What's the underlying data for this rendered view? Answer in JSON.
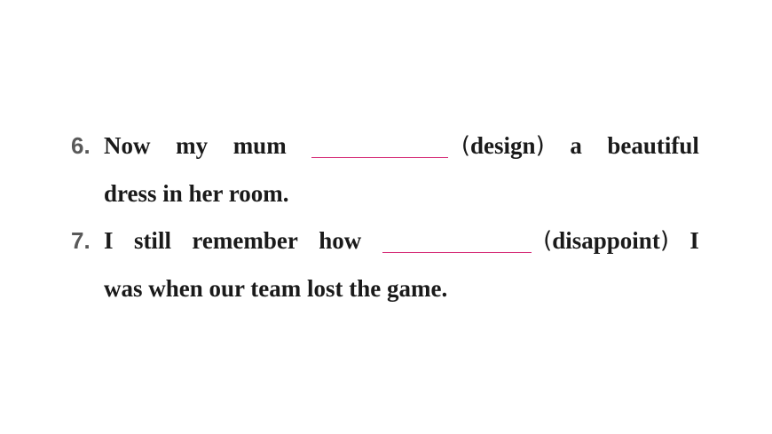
{
  "questions": [
    {
      "number": "6.",
      "line1": {
        "words": [
          "Now",
          "my",
          "mum"
        ],
        "hint_word": "design",
        "after": [
          "a",
          "beautiful"
        ]
      },
      "line2": "dress in her room."
    },
    {
      "number": "7.",
      "line1": {
        "words": [
          "I",
          "still",
          "remember",
          "how"
        ],
        "hint_word": "disappoint",
        "after": [
          "I"
        ]
      },
      "line2": "was when our team lost the game."
    }
  ],
  "paren_open": "(",
  "paren_close": ")",
  "colors": {
    "text": "#1a1a1a",
    "number": "#595959",
    "blank_underline": "#d6317a"
  }
}
